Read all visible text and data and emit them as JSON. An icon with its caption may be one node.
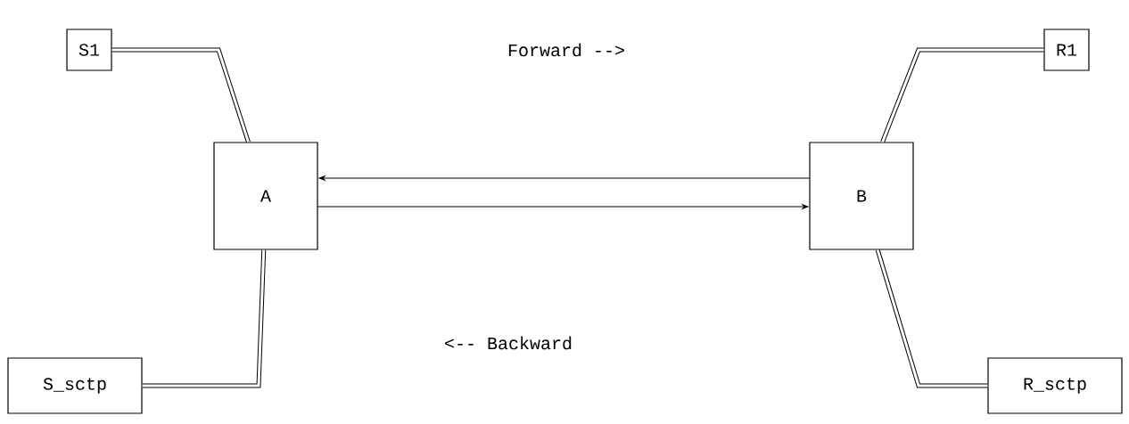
{
  "diagram": {
    "nodes": [
      {
        "text": [
          "S1"
        ]
      },
      {
        "text": [
          "R1"
        ]
      },
      {
        "text": [
          "A"
        ]
      },
      {
        "text": [
          "B"
        ]
      },
      {
        "text": [
          "S_sctp"
        ]
      },
      {
        "text": [
          "R_sctp"
        ]
      }
    ],
    "edges": [
      {
        "from": 0,
        "to": 2,
        "arrow": "none"
      },
      {
        "from": 1,
        "to": 3,
        "arrow": "none"
      },
      {
        "from": 2,
        "to": 3,
        "arrow": "to"
      },
      {
        "from": 3,
        "to": 2,
        "arrow": "to"
      },
      {
        "from": 2,
        "to": 4,
        "arrow": "none"
      },
      {
        "from": 3,
        "to": 5,
        "arrow": "none"
      }
    ],
    "labels": [
      "Forward -->",
      "<-- Backward"
    ]
  }
}
